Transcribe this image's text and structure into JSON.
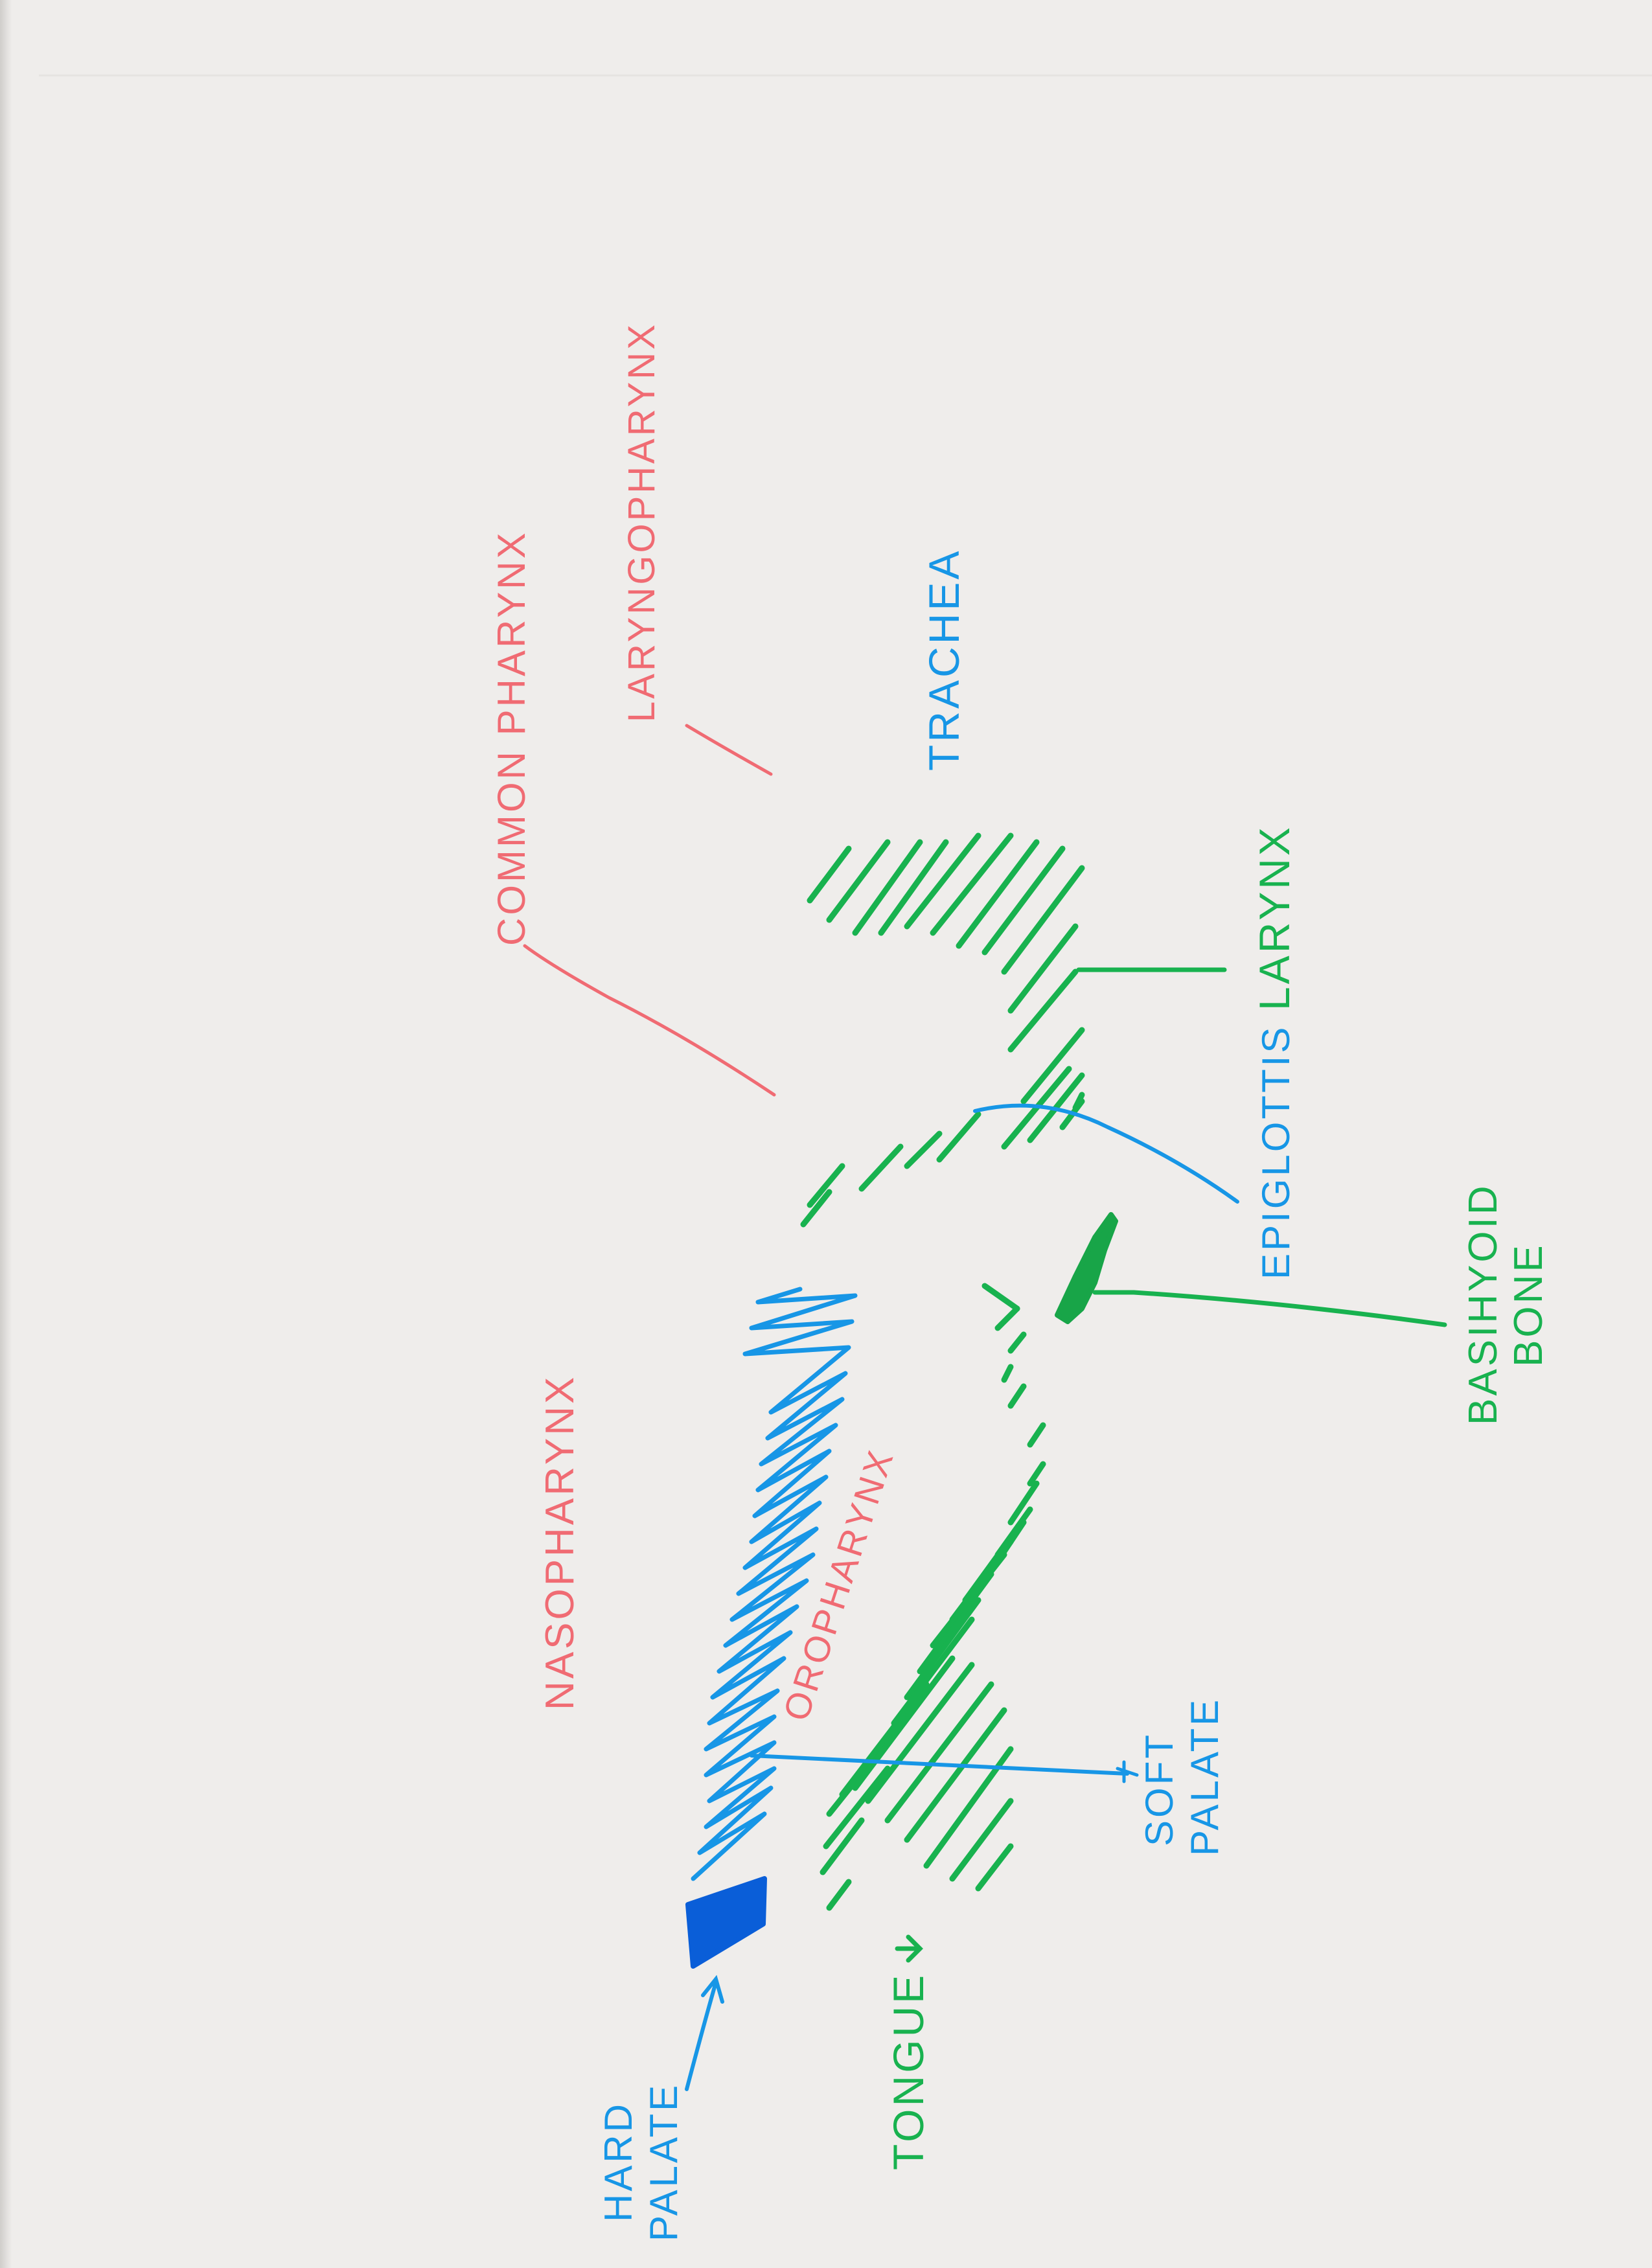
{
  "labels": {
    "nasopharynx": "NASOPHARYNX",
    "oropharynx": "OROPHARYNX",
    "common_pharynx": "COMMON PHARYNX",
    "laryngopharynx": "LARYNGOPHARYNX",
    "trachea": "TRACHEA",
    "larynx": "LARYNX",
    "epiglottis": "EPIGLOTTIS",
    "basihyoid_line1": "BASIHYOID",
    "basihyoid_line2": "BONE",
    "soft_palate_line1": "SOFT",
    "soft_palate_line2": "PALATE",
    "hard_palate_line1": "HARD",
    "hard_palate_line2": "PALATE",
    "tongue": "TONGUE"
  },
  "colors": {
    "paper": "#efedeb",
    "red": "#f06b73",
    "blue": "#1796e6",
    "green": "#18b24f"
  }
}
